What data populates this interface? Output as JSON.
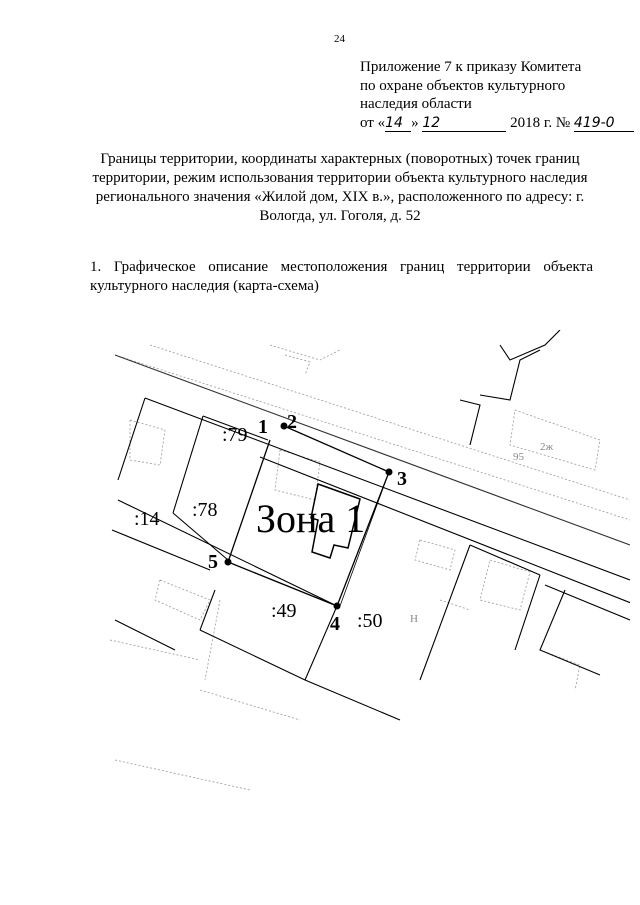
{
  "page_number": "24",
  "appendix": {
    "line1": "Приложение 7 к приказу Комитета",
    "line2": "по охране объектов культурного",
    "line3": "наследия области",
    "date_prefix": "от «",
    "day": "14",
    "date_mid": "»",
    "month": "12",
    "year_text": "2018 г. №",
    "number": "419-0"
  },
  "title": {
    "line1": "Границы территории, координаты характерных (поворотных) точек границ",
    "line2": "территории, режим использования территории объекта культурного наследия",
    "line3": "регионального значения «Жилой дом, XIX в.», расположенного по адресу: г.",
    "line4": "Вологда, ул. Гоголя, д. 52"
  },
  "section1": {
    "text": "1. Графическое описание местоположения границ территории объекта культурного наследия (карта-схема)"
  },
  "map": {
    "zone_label": "Зона 1",
    "points": [
      {
        "id": "1",
        "label": "1"
      },
      {
        "id": "2",
        "label": "2"
      },
      {
        "id": "3",
        "label": "3"
      },
      {
        "id": "4",
        "label": "4"
      },
      {
        "id": "5",
        "label": "5"
      }
    ],
    "parcels": [
      ":79",
      ":78",
      ":14",
      ":49",
      ":50"
    ],
    "faint_labels": [
      "2ж",
      "95",
      "Н"
    ]
  }
}
